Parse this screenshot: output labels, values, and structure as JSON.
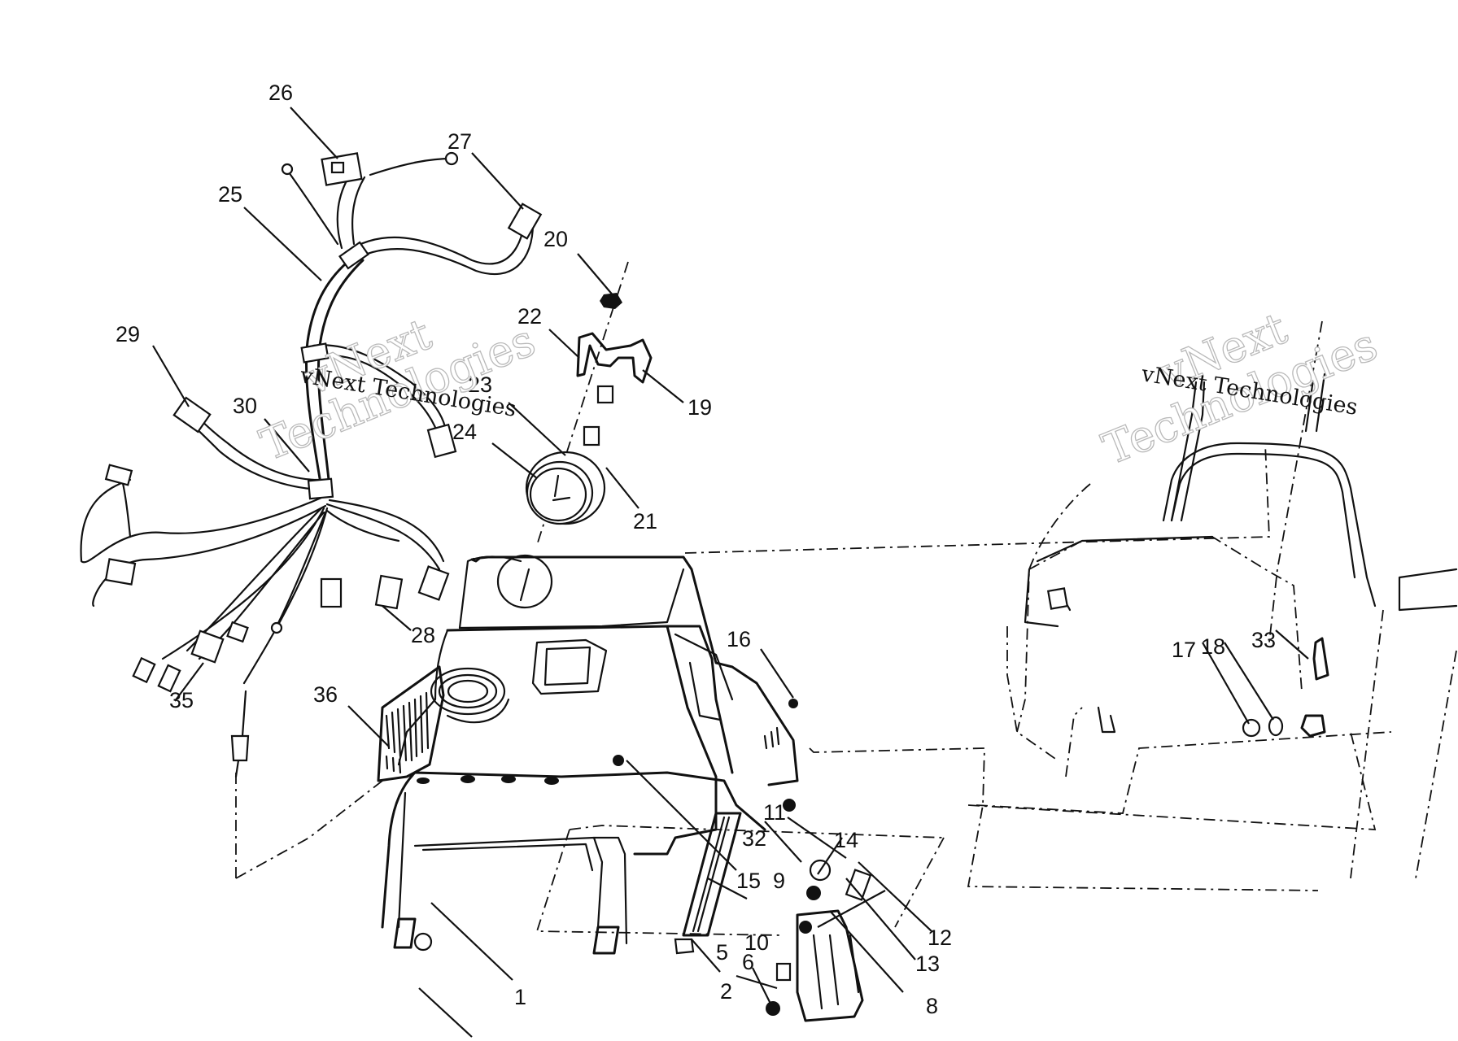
{
  "watermarks": [
    {
      "line1": "vNext",
      "line2": "Technologies",
      "sub": "vNext Technologies"
    },
    {
      "line1": "vNext",
      "line2": "Technologies",
      "sub": "vNext Technologies"
    }
  ],
  "callouts": [
    {
      "id": "1",
      "label": "1"
    },
    {
      "id": "2",
      "label": "2"
    },
    {
      "id": "5",
      "label": "5"
    },
    {
      "id": "6",
      "label": "6"
    },
    {
      "id": "8",
      "label": "8"
    },
    {
      "id": "9",
      "label": "9"
    },
    {
      "id": "10",
      "label": "10"
    },
    {
      "id": "11",
      "label": "11"
    },
    {
      "id": "12",
      "label": "12"
    },
    {
      "id": "13",
      "label": "13"
    },
    {
      "id": "14",
      "label": "14"
    },
    {
      "id": "15",
      "label": "15"
    },
    {
      "id": "16",
      "label": "16"
    },
    {
      "id": "17",
      "label": "17"
    },
    {
      "id": "18",
      "label": "18"
    },
    {
      "id": "19",
      "label": "19"
    },
    {
      "id": "20",
      "label": "20"
    },
    {
      "id": "21",
      "label": "21"
    },
    {
      "id": "22",
      "label": "22"
    },
    {
      "id": "23",
      "label": "23"
    },
    {
      "id": "24",
      "label": "24"
    },
    {
      "id": "25",
      "label": "25"
    },
    {
      "id": "26",
      "label": "26"
    },
    {
      "id": "27",
      "label": "27"
    },
    {
      "id": "28",
      "label": "28"
    },
    {
      "id": "29",
      "label": "29"
    },
    {
      "id": "30",
      "label": "30"
    },
    {
      "id": "32",
      "label": "32"
    },
    {
      "id": "33",
      "label": "33"
    },
    {
      "id": "35",
      "label": "35"
    },
    {
      "id": "36",
      "label": "36"
    }
  ]
}
